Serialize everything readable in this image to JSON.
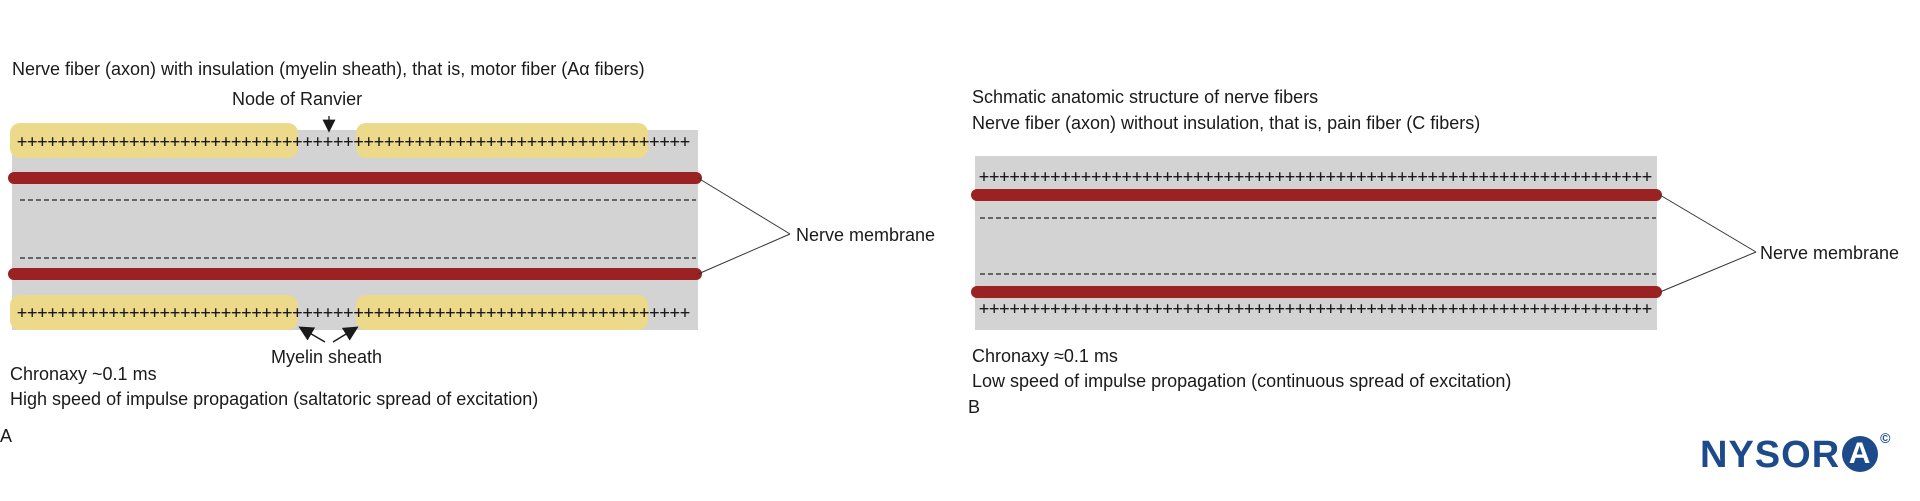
{
  "panel_a": {
    "title": "Nerve fiber (axon) with insulation (myelin sheath), that is, motor fiber (Aα fibers)",
    "node_label": "Node of Ranvier",
    "membrane_label": "Nerve membrane",
    "myelin_label": "Myelin sheath",
    "chronaxy": "Chronaxy  ~0.1 ms",
    "speed": "High speed of impulse propagation (saltatoric spread of excitation)",
    "letter": "A"
  },
  "panel_b": {
    "heading": "Schmatic anatomic structure of nerve fibers",
    "title": "Nerve fiber (axon) without insulation, that is, pain fiber (C fibers)",
    "membrane_label": "Nerve membrane",
    "chronaxy": "Chronaxy  ≈0.1 ms",
    "speed": "Low speed of impulse propagation (continuous spread of excitation)",
    "letter": "B"
  },
  "logo": {
    "text": "NYSOR",
    "circle_letter": "A",
    "mark": "©"
  },
  "colors": {
    "axon_gray": "#d3d3d3",
    "membrane_red": "#9b2222",
    "myelin_yellow": "#ecd98a",
    "logo_blue": "#1c4a8a"
  },
  "charge_symbol": "+"
}
